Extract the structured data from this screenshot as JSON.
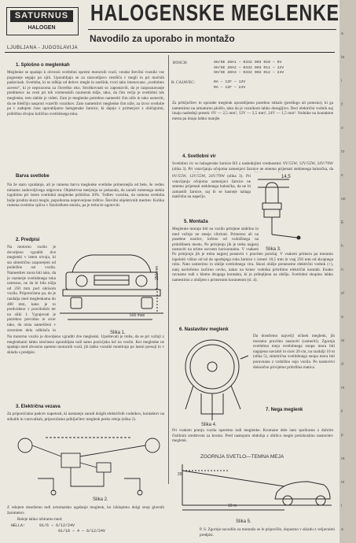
{
  "header": {
    "brand": "SATURNUS",
    "brand_sub": "HALOGEN",
    "place": "LJUBLJANA - JUGOSLAVIJA",
    "title": "HALOGENSKE MEGLENKE",
    "subtitle": "Navodilo za uporabo in montažo"
  },
  "left": {
    "s1_title": "1. Splošno o meglenkah",
    "s1_text": "Meglenke se spadajo k obvezni svetlobni opremi motornih vozil, vendar številni vozniki vse pogosteje segajo po njih. Uporabljajo se za razsvetljavo cestišča v megli in pri močnih padavinah. Svetloba, ki se odbija od delcev megle in snežink, tvori tako imenovano „svetlobno zaveso“, ki je neprozorna za človeško oko. Stroškovnati so zapostavili, da je razpoznavanje predmetov na cesti pri teh vremenskih razmerah težje, tako, da čim večja je svetlobni tok meglenke, tem slabše je videti. Zato je meglenke potrebno namestiti čim niže in tako usmeriti, da ne bleščijo nasproti vozečih voznikov. Zato namestitvi meglenke čim niže, za izvor svetlobe pa v zadnjem času uporabljamo halogenske žarnice, ki dajejo v primerjavi z običajnimi, približno dvojno količino svetlobnega toka.",
    "s_color_title": "Barva svetlobe",
    "s_color_text": "Na že staro vprašanje, ali je rumena barva meglenke svetlobe primernejša od bele, še vedno nimamo zadovoljivega odgovora. Objektivna merjenja so pokazala, da zaradi rumenega stekla izgubimo pri istem svetlobni meglenke približno 20%. Trditev voznika, da rumena svetloba bolje prodira skozi meglo, popolnoma nepreverjene trditve. Številni objektivnih meritev. Kolika rumena svetloba vpliva v fiziološkem smislu, pa je treba še ugotoviti.",
    "s2_title": "2. Predpisi",
    "s2_text": "Na motorno vozilo je dovoljeno vgraditi dve meglenki v istem nivoju, ki sta simetrično razporejeni od podolžne osi vozila. Namestitev mora biti tako, da je razmerje svetlobnega toka ustrezno, ne da bi bila nižja od 250 mm pod obrisom vozila. Priporočamo pa, da je razdalja med meglenkama do 400 mm, kako je to predvideno v pravilnikih ter na sliki 1. Vgrajevati je potrebno previdno in sicer tako, da nista nameščeni v zgornjem delu odbijača in bližje kot 250 mm od zunanje robe vozila. Svetlobna meja meglenk mora biti pod višino, ki je približno 500 mm, kar je prikazano na sliki 1. Priključitev mora omogočati nastavitev po vodoravni in navpični smeri. Upoštevati je treba, da se pri vožnji z meglenkami lahko istočasno uporabljata tudi samo pozicijska luč na vozilu. Ker meglenke ne spadajo med obvezno opremo motornih vozil, jih lahko vozniki montirajo po lastni presoji.",
    "s3_title": "3. Električna vezava",
    "s3_text": "Za priporočamo padcev napetosti, ki nastanejo zaradi dolgih električnih vodnikov, kontaktov na stikalih in varovalkah, priporočamo priključitev meglenk preko releja (slika 2).",
    "s3_text2": "Z relejem dosežemo tudi avtomatsko ugašanje meglenk, ko izklopimo dolgi snop glavnih žarometov.",
    "relay_label": "Releje lahko izbiramo med:",
    "relay_list": "HELLA:      91/6 — 6/12/24V\n                    91/18 — 4 — 6/12/24V",
    "fig1_caption": "Slika 1.",
    "fig2_caption": "Slika 2.",
    "dim_250": "250 mm",
    "dim_500": "500 max"
  },
  "right": {
    "bosch_label": "BOSCH:",
    "bosch_codes": "SH/SE 20A1 — 0332 003 010 — 6V\nSH/SE 20A2 — 0332 003 011 — 12V\nSH/SE 20A3 — 0332 003 012 — 24V",
    "cajavec_label": "R. CAJAVEC:",
    "cajavec_codes": "RA — 12F — 12V\nRA — 12F — 24V",
    "wire_text": "Za priključitev in uporabe meglenk uporabljamo posebno stikalo (predlogo ali potezno), ki ga namestimo na armaturno ploščo, tako da je voznikom lahko dosegljivo. Deci električni vodnik naj imajo naslednji presek: 6V — 2,5 mm², 12V — 2,5 mm², 24V — 1,5 mm². Vodnike na kontaktne mesta pa imajo lahko manjše.",
    "s4_title": "4. Svetlobni vir",
    "s4_text": "Svetlobni vir so halogenske žarnice H3 z naslednjimi vrednostmi: 6V/55W, 12V/55W, 24V/70W (slika 3). Pri vstavljanju očnjoma zamenjavi žarnice ne smemo prijemati steklenega balončka, da ne bi zamastili žarnice, saj bi se kasneje nalaga maščoba na napečjo.",
    "fig3_caption": "Slika 3.",
    "s5_title": "5. Montaža",
    "s5_text": "Meglenke morajo biti na vozilo pritrjene stabilno in med vožnjo ne smejo vibrirati. Primerno ali na posebne nosilce, ločeno od vzdolžnega na pritrdilnem mestu.\nPo pritrjenju jih je treba najprej postaviti na prime povsem horizontalno. V vsakem primeru pa moramo izpolniti višino od tal do spodnjega roba žarnice v izmeri 10,5 mm in vsaj 250 mm od skrajnega robu. Pri montaži pritrdilnega nosilca je treba biti pozoren da bo meglenka na ustrezni razdalji. Nato je pomembno, da je le ta montaža nastavitev (usmerjanje).\nNato usmerimo in ohišje svetlobnega vira, ter poškodujemo pri vključevanju ohišja. Skozi ohišje preneseme električni vodnik (+), nanj navlečemo izolirno cevko, nakar na konec vodnika pritrdimo električni kontakt. Električni vodnik spojimo s priloženim kontaktom na vodnikih žarnice. Preko spoja nato navlečemo izolirno cevko in povsem namestimo vodnik skupino na ohišje.\nEnako ravnamo tudi s klemo drugega kontakta, ki je prilepljena na ohišju.\nSvetlobni skupino, lahko namestimo in s ohišje s primernim koranetom (sl. 4).",
    "s6_title": "6. Nastavitev meglenk",
    "s6_text": "Da dosežemo največji učinek meglenk, jih moramo pravilno nastaviti (usmeriti). Zgornja svetlobna meja svetlobnega snopa mora biti nagnjena navzdol in sicer 20 cm, na razdalji 10 m (slika 5), simetrična svetlobnega snopa mora biti poravnana z vzdolžno osjo vozila.\nPo nastavitvi dokončno privijemo pritrdilna matica.",
    "fig4_caption": "Slika 4.",
    "fig4_text": "Pri vsakem pranju vozila operemo tudi meglenke. Kromane dele nato spoliramo z dobrim čistilnim sredstvom za kromo. Pred nastopom obdobja z obilico megle preizkusimo nastavitev meglenk.",
    "s7_title": "7. Nega meglenk",
    "beam_label": "ZGORNJA SVETLO—TEMNA MEJA",
    "dim_10m": "10 m",
    "dim_20": "20",
    "fig5_caption": "Slika 5.",
    "ps_text": "P. S. Zgornje navodilo za montažo se le pripročilo, dopustno v skladu z veljavnimi predpisi."
  },
  "strip": {
    "lines": [
      "a",
      "ta",
      "i",
      "č",
      "o",
      "ro",
      "e",
      "uo",
      "E",
      "h",
      "n",
      "el",
      "a",
      "ai",
      "d",
      "re",
      "ii",
      "p",
      "ra",
      "re",
      "l",
      "a"
    ]
  }
}
